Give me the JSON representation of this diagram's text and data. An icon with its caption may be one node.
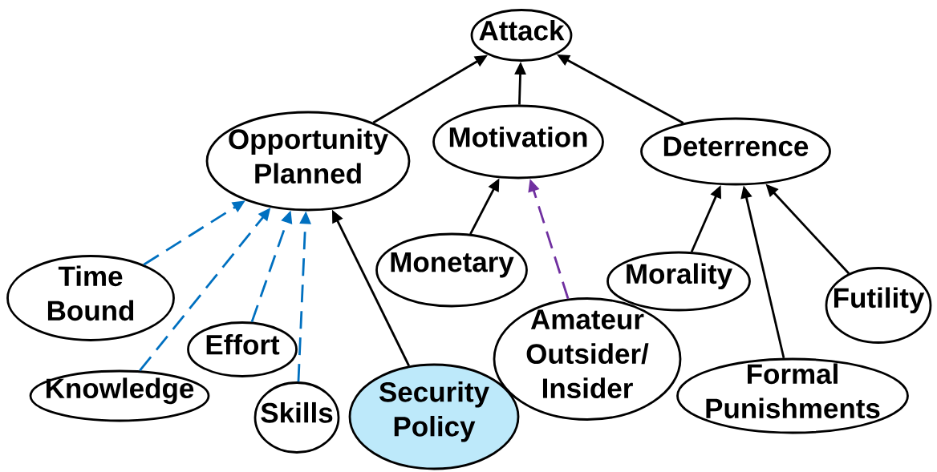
{
  "diagram": {
    "nodes": [
      {
        "text": [
          "Attack"
        ]
      },
      {
        "text": [
          "Opportunity Planned"
        ]
      },
      {
        "text": [
          "Motivation"
        ]
      },
      {
        "text": [
          "Deterrence"
        ]
      },
      {
        "text": [
          "Time Bound"
        ]
      },
      {
        "text": [
          "Monetary"
        ]
      },
      {
        "text": [
          "Morality"
        ]
      },
      {
        "text": [
          "Futility"
        ]
      },
      {
        "text": [
          "Effort"
        ]
      },
      {
        "text": [
          "Amateur Outsider/ Insider"
        ]
      },
      {
        "text": [
          "Knowledge"
        ]
      },
      {
        "text": [
          "Skills"
        ]
      },
      {
        "text": [
          "Security Policy"
        ]
      },
      {
        "text": [
          "Formal Punishments"
        ]
      }
    ],
    "edges": [
      {
        "from": 1,
        "to": 0,
        "arrow": "to"
      },
      {
        "from": 2,
        "to": 0,
        "arrow": "to"
      },
      {
        "from": 3,
        "to": 0,
        "arrow": "to"
      },
      {
        "from": 5,
        "to": 2,
        "arrow": "to"
      },
      {
        "from": 9,
        "to": 2,
        "arrow": "to",
        "style": "dashed",
        "color": "#7030a0"
      },
      {
        "from": 6,
        "to": 3,
        "arrow": "to"
      },
      {
        "from": 13,
        "to": 3,
        "arrow": "to"
      },
      {
        "from": 7,
        "to": 3,
        "arrow": "to"
      },
      {
        "from": 4,
        "to": 1,
        "arrow": "to",
        "style": "dashed",
        "color": "#0070c0"
      },
      {
        "from": 8,
        "to": 1,
        "arrow": "to",
        "style": "dashed",
        "color": "#0070c0"
      },
      {
        "from": 10,
        "to": 1,
        "arrow": "to",
        "style": "dashed",
        "color": "#0070c0"
      },
      {
        "from": 11,
        "to": 1,
        "arrow": "to",
        "style": "dashed",
        "color": "#0070c0"
      },
      {
        "from": 12,
        "to": 1,
        "arrow": "to"
      }
    ]
  }
}
